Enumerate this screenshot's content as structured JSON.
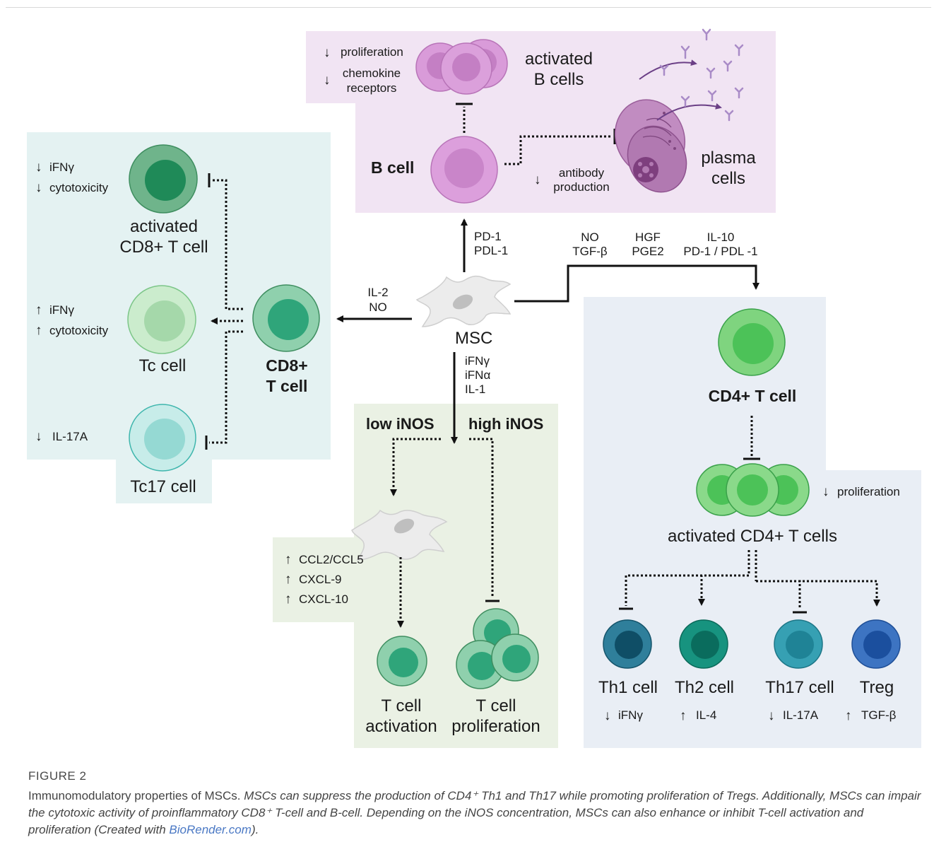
{
  "colors": {
    "b_panel": "#f1e4f3",
    "cd8_panel": "#e4f2f2",
    "cd4_panel": "#e9eef5",
    "inos_panel": "#eaf1e4",
    "b_cell": "#d496d5",
    "plasma": "#a76aa6",
    "cd8": "#2fa57a",
    "tc": "#a5d8aa",
    "tc17": "#86d5d0",
    "cd4": "#4cc258",
    "th1": "#1f6e8a",
    "th2": "#0f8c7a",
    "th17": "#2f97aa",
    "treg": "#2f66b3",
    "msc": "#ececec",
    "link": "#4a78c4"
  },
  "icons": [
    "arrow-down-icon",
    "arrow-up-icon",
    "msc-cell-icon",
    "antibody-icon",
    "inhibit-bar-icon"
  ],
  "bcell": {
    "effect_proliferation": "proliferation",
    "effect_chemokine_1": "chemokine",
    "effect_chemokine_2": "receptors",
    "activated_1": "activated",
    "activated_2": "B cells",
    "label": "B cell",
    "antibody_1": "antibody",
    "antibody_2": "production",
    "plasma_1": "plasma",
    "plasma_2": "cells"
  },
  "msc": {
    "label": "MSC",
    "to_b_1": "PD-1",
    "to_b_2": "PDL-1",
    "to_cd8_1": "IL-2",
    "to_cd8_2": "NO",
    "to_inos_1": "iFNγ",
    "to_inos_2": "iFNα",
    "to_inos_3": "IL-1",
    "to_cd4_a1": "NO",
    "to_cd4_a2": "TGF-β",
    "to_cd4_b1": "HGF",
    "to_cd4_b2": "PGE2",
    "to_cd4_c1": "IL-10",
    "to_cd4_c2": "PD-1 / PDL -1"
  },
  "cd8": {
    "activated_eff_1": "iFNγ",
    "activated_eff_2": "cytotoxicity",
    "activated_1": "activated",
    "activated_2": "CD8+ T cell",
    "tc_eff_1": "iFNγ",
    "tc_eff_2": "cytotoxicity",
    "tc_label": "Tc cell",
    "tc17_eff": "IL-17A",
    "tc17_label": "Tc17 cell",
    "label_1": "CD8+",
    "label_2": "T cell"
  },
  "inos": {
    "low": "low iNOS",
    "high": "high iNOS",
    "chem_1": "CCL2/CCL5",
    "chem_2": "CXCL-9",
    "chem_3": "CXCL-10",
    "act_1": "T cell",
    "act_2": "activation",
    "prolif_1": "T cell",
    "prolif_2": "proliferation"
  },
  "cd4": {
    "label": "CD4+ T cell",
    "activated": "activated CD4+ T cells",
    "effect": "proliferation",
    "th1": "Th1 cell",
    "th1_eff": "iFNγ",
    "th2": "Th2 cell",
    "th2_eff": "IL-4",
    "th17": "Th17 cell",
    "th17_eff": "IL-17A",
    "treg": "Treg",
    "treg_eff": "TGF-β"
  },
  "caption": {
    "label": "FIGURE 2",
    "title": "Immunomodulatory properties of MSCs.",
    "body": "MSCs can suppress the production of CD4⁺ Th1 and Th17 while promoting proliferation of Tregs. Additionally, MSCs can impair the cytotoxic activity of proinflammatory CD8⁺ T-cell and B-cell. Depending on the iNOS concentration, MSCs can also enhance or inhibit T-cell activation and proliferation (Created with",
    "link": "BioRender.com",
    "end": ")."
  }
}
